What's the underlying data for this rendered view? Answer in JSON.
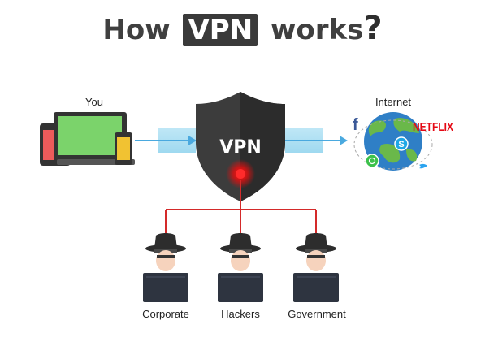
{
  "title": {
    "prefix": "How",
    "highlight": "VPN",
    "suffix": "works",
    "mark": "?"
  },
  "nodes": {
    "you": "You",
    "internet": "Internet",
    "vpn": "VPN"
  },
  "threats": [
    "Corporate",
    "Hackers",
    "Government"
  ],
  "brands": {
    "netflix": "NETFLIX",
    "facebook": "f"
  },
  "colors": {
    "shield": "#3c3c3c",
    "arrow": "#4aa9df",
    "threat_line": "#d42a2a",
    "globe_ocean": "#2f7fc6",
    "globe_land": "#6ab84a"
  }
}
